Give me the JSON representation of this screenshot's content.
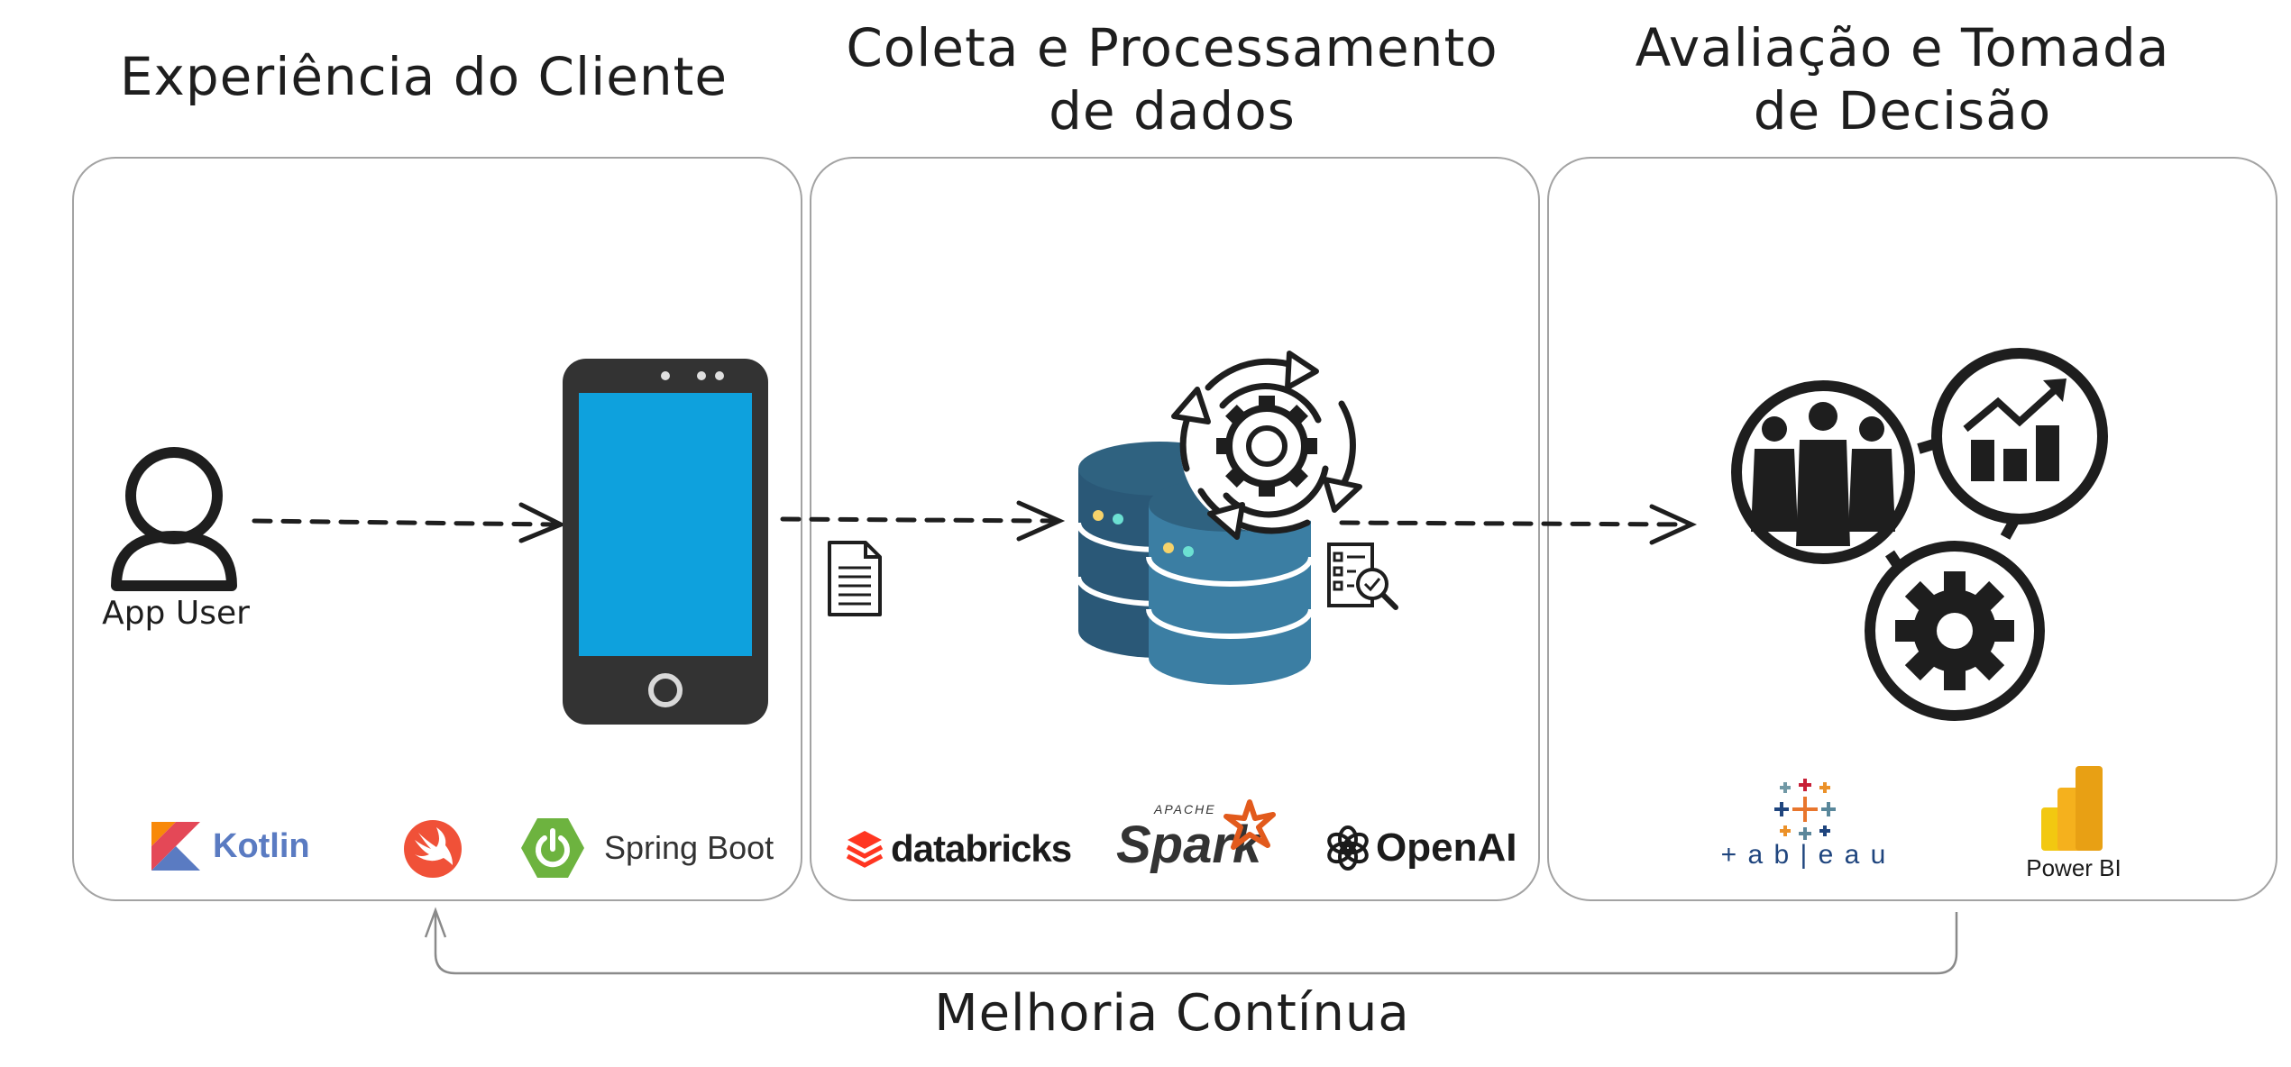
{
  "sections": [
    {
      "title": "Experiência do Cliente"
    },
    {
      "title": "Coleta e Processamento\nde dados"
    },
    {
      "title": "Avaliação e Tomada\nde Decisão"
    }
  ],
  "actor": {
    "label": "App User"
  },
  "feedback": {
    "label": "Melhoria Contínua"
  },
  "logos": {
    "kotlin": "Kotlin",
    "spring_boot": "Spring Boot",
    "databricks": "databricks",
    "spark_top": "APACHE",
    "spark": "Spark",
    "openai": "OpenAI",
    "tableau": "+ a b | e a u",
    "powerbi": "Power BI"
  },
  "colors": {
    "phone_screen": "#0ea1dd",
    "phone_body": "#333333",
    "db_top": "#2f6280",
    "db_body": "#3b7ea3",
    "kotlin": "#5a7bc2",
    "spring": "#6db33f",
    "swift": "#f05138",
    "databricks": "#ff3621",
    "spark": "#e25a1c",
    "powerbi": "#f2c811"
  }
}
